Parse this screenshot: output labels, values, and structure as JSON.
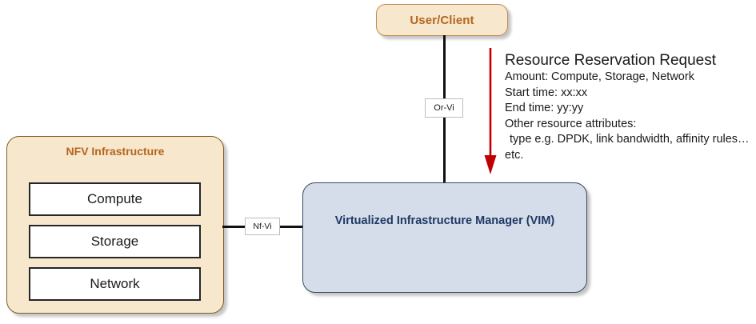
{
  "diagram": {
    "title": "NFV Resource Reservation Request flow",
    "colors": {
      "cream_fill": "#F7E7CD",
      "cream_border": "#7F6024",
      "user_border": "#C08A52",
      "brown_text": "#B5651E",
      "blue_fill": "#D4DDE9",
      "blue_border": "#394A60",
      "navy_text": "#1F3864",
      "arrow_red": "#C00000",
      "connector_black": "#111111",
      "white": "#FFFFFF",
      "black_border": "#262626"
    }
  },
  "user_client": {
    "label": "User/Client"
  },
  "nfvi": {
    "title": "NFV Infrastructure",
    "subsystems": [
      {
        "label": "Compute"
      },
      {
        "label": "Storage"
      },
      {
        "label": "Network"
      }
    ]
  },
  "vim": {
    "label": "Virtualized Infrastructure Manager (VIM)"
  },
  "connectors": {
    "or_vi": {
      "label": "Or-Vi"
    },
    "nf_vi": {
      "label": "Nf-Vi"
    }
  },
  "arrow": {
    "name": "resource-reservation-request-arrow",
    "direction": "down",
    "color": "#C00000"
  },
  "annotation": {
    "title": "Resource Reservation Request",
    "lines": [
      "Amount: Compute, Storage, Network",
      "Start time: xx:xx",
      "End time: yy:yy",
      "Other resource attributes:",
      "  type e.g. DPDK, link bandwidth, affinity rules… etc."
    ]
  }
}
